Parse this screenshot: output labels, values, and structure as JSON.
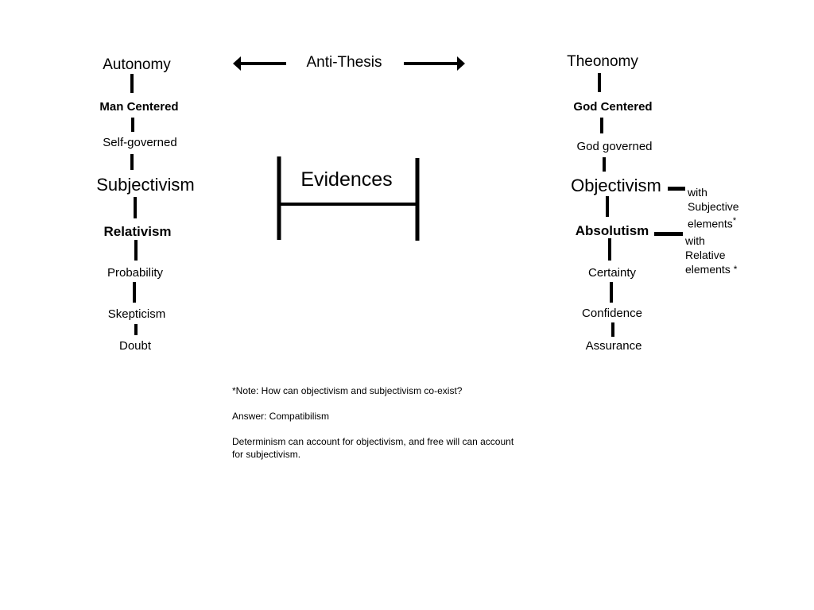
{
  "left": {
    "title": "Autonomy",
    "items": [
      "Man Centered",
      "Self-governed",
      "Subjectivism",
      "Relativism",
      "Probability",
      "Skepticism",
      "Doubt"
    ]
  },
  "middle": {
    "antithesis": "Anti-Thesis",
    "evidences": "Evidences"
  },
  "right": {
    "title": "Theonomy",
    "items": [
      "God Centered",
      "God governed",
      "Objectivism",
      "Absolutism",
      "Certainty",
      "Confidence",
      "Assurance"
    ],
    "obj_note": [
      "with",
      "Subjective",
      "elements",
      "*"
    ],
    "abs_note": [
      "with",
      "Relative",
      "elements",
      "*"
    ]
  },
  "note": {
    "question": "*Note: How can objectivism and subjectivism co-exist?",
    "answer": "Answer: Compatibilism",
    "explanation_line1": "Determinism can account for objectivism, and free will can account",
    "explanation_line2": "for subjectivism."
  }
}
